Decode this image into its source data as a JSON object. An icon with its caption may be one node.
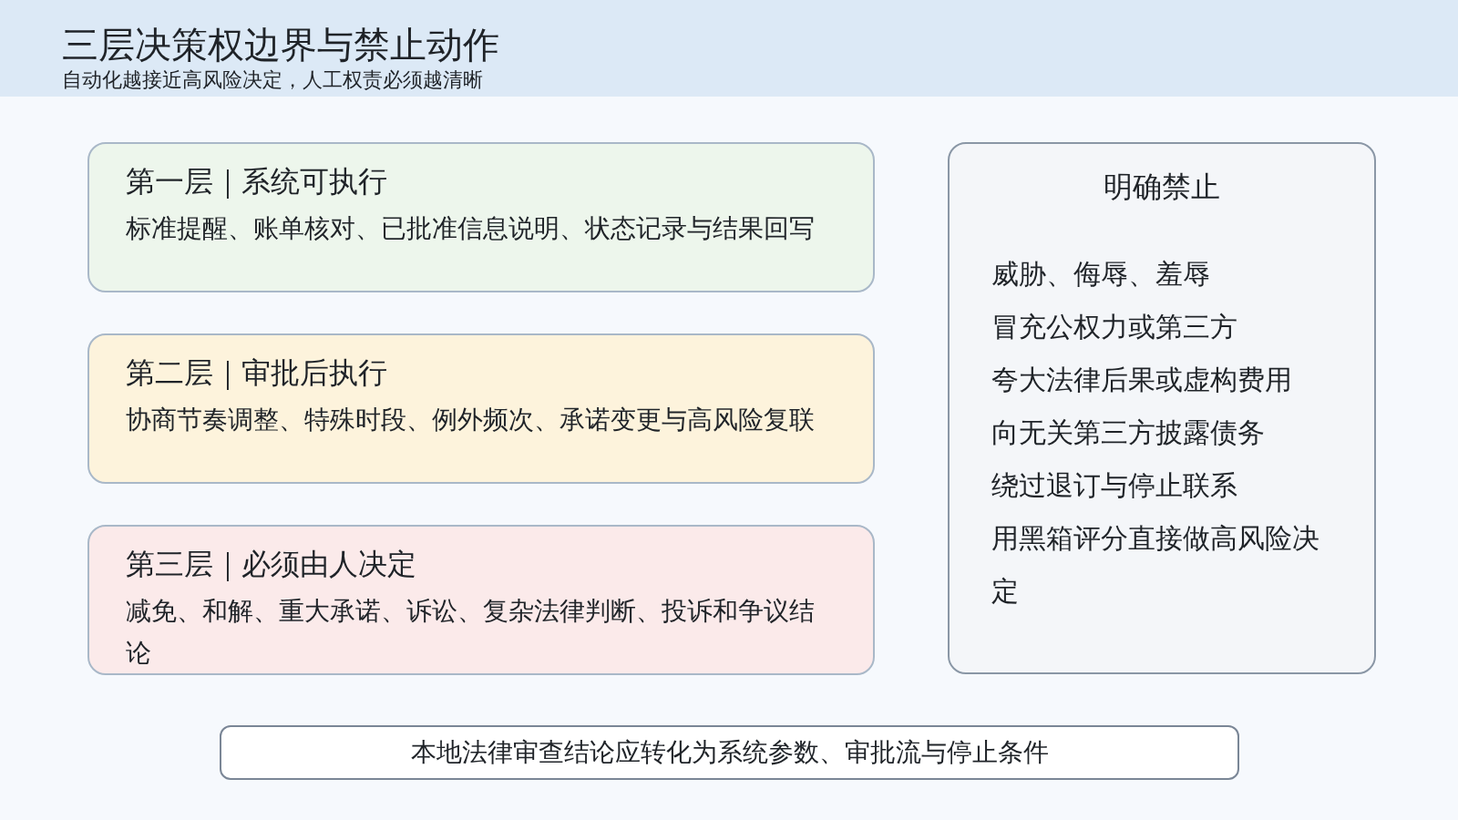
{
  "diagram": {
    "title": "三层决策权边界与禁止动作",
    "nodes": [
      {
        "text": [
          "第一层｜系统可执行",
          "标准提醒、账单核对、已批准信息说明、状态记录与结果回写"
        ]
      },
      {
        "text": [
          "第二层｜审批后执行",
          "协商节奏调整、特殊时段、例外频次、承诺变更与高风险复联"
        ]
      },
      {
        "text": [
          "第三层｜必须由人决定",
          "减免、和解、重大承诺、诉讼、复杂法律判断、投诉和争议结论"
        ]
      },
      {
        "text": [
          "明确禁止",
          "威胁、侮辱、羞辱",
          "冒充公权力或第三方",
          "夸大法律后果或虚构费用",
          "向无关第三方披露债务",
          "绕过退订与停止联系",
          "用黑箱评分直接做高风险决定"
        ]
      },
      {
        "text": [
          "本地法律审查结论应转化为系统参数、审批流与停止条件"
        ]
      }
    ],
    "edges": [],
    "labels": [
      "自动化越接近高风险决定，人工权责必须越清晰"
    ]
  }
}
